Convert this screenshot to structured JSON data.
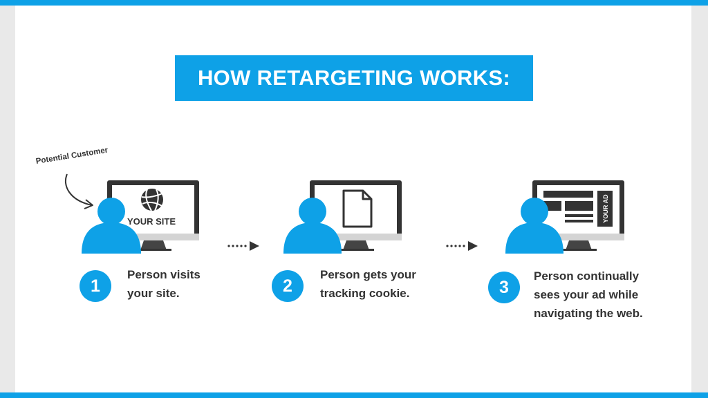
{
  "title": "HOW RETARGETING WORKS:",
  "annotation": "Potential Customer",
  "colors": {
    "accent": "#0ea1e7",
    "frame": "#e9e9e9",
    "dark": "#333333",
    "monitor_gray": "#d4d4d4"
  },
  "steps": [
    {
      "number": "1",
      "lines": [
        "Person visits",
        "your site."
      ],
      "screen_label": "YOUR SITE",
      "screen_icon": "globe-icon"
    },
    {
      "number": "2",
      "lines": [
        "Person gets your",
        "tracking cookie."
      ],
      "screen_icon": "document-icon"
    },
    {
      "number": "3",
      "lines": [
        "Person continually",
        "sees your ad while",
        "navigating the web."
      ],
      "screen_label": "YOUR AD",
      "screen_icon": "ad-layout-icon"
    }
  ],
  "connectors": [
    "dotted-arrow-icon",
    "dotted-arrow-icon"
  ]
}
